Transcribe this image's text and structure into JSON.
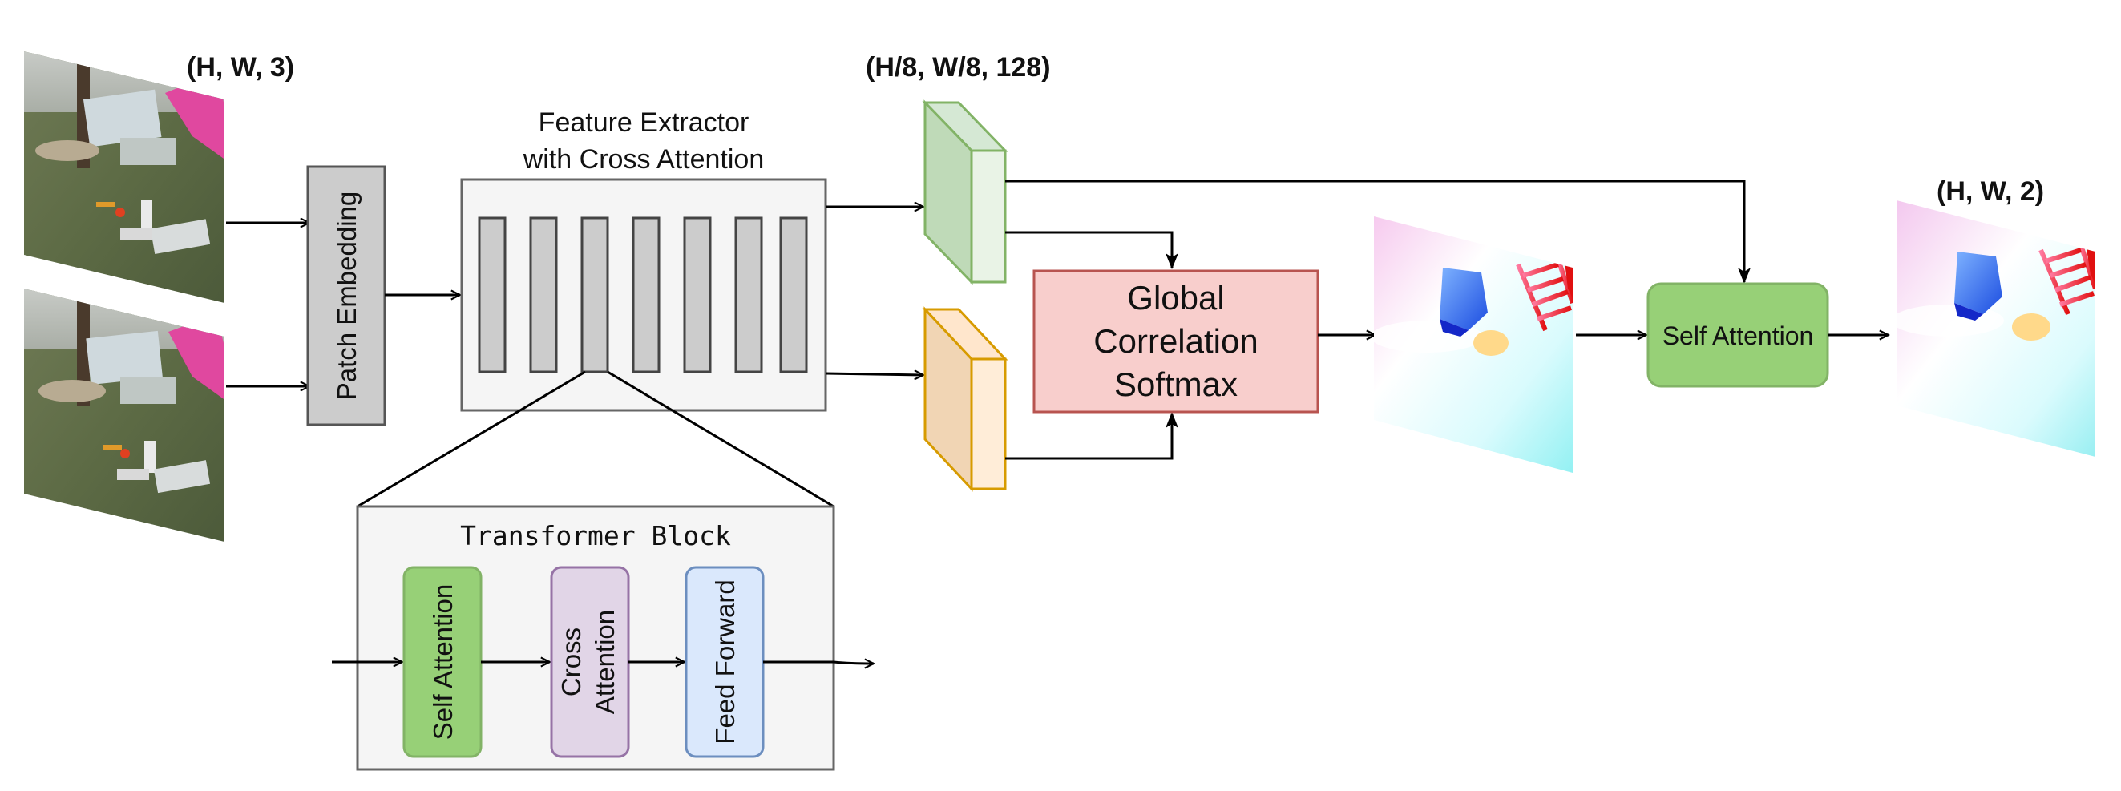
{
  "labels": {
    "input_shape": "(H, W, 3)",
    "feature_shape": "(H/8, W/8, 128)",
    "output_shape": "(H, W, 2)",
    "patch_embedding": "Patch Embedding",
    "feature_extractor_line1": "Feature Extractor",
    "feature_extractor_line2": "with Cross Attention",
    "global_line1": "Global",
    "global_line2": "Correlation",
    "global_line3": "Softmax",
    "self_attention_refine": "Self Attention",
    "transformer_block": "Transformer Block",
    "tb_self_attention": "Self Attention",
    "tb_cross_line1": "Cross",
    "tb_cross_line2": "Attention",
    "tb_feed_forward": "Feed Forward"
  },
  "colors": {
    "gray_block": "#cccccc",
    "green_fill": "#97d077",
    "green_stroke": "#82b366",
    "red_fill": "#f8cecc",
    "red_stroke": "#b85450",
    "purple_fill": "#e1d5e7",
    "purple_stroke": "#9673a6",
    "blue_fill": "#dae8fc",
    "blue_stroke": "#6c8ebf",
    "orange_fill": "#ffe6cc",
    "orange_stroke": "#d79b00",
    "light_green_fill": "#d5e8d4"
  }
}
